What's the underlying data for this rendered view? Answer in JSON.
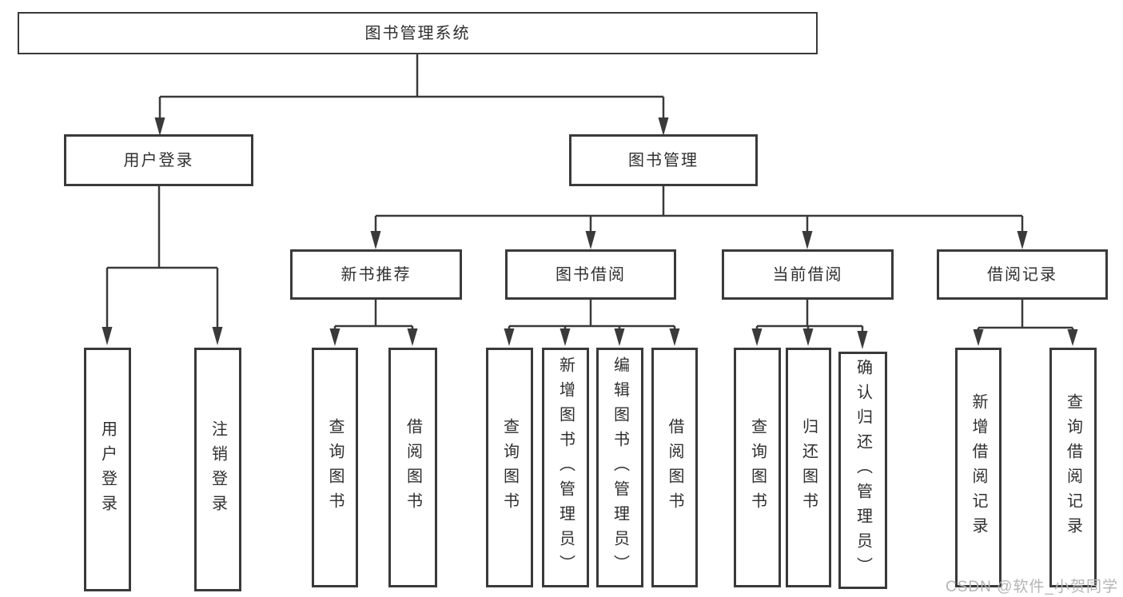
{
  "tree": {
    "root": "图书管理系统",
    "branches": [
      {
        "label": "用户登录",
        "leaves": [
          "用户登录",
          "注销登录"
        ]
      },
      {
        "label": "图书管理",
        "groups": [
          {
            "label": "新书推荐",
            "leaves": [
              "查询图书",
              "借阅图书"
            ]
          },
          {
            "label": "图书借阅",
            "leaves": [
              "查询图书",
              "新增图书（管理员）",
              "编辑图书（管理员）",
              "借阅图书"
            ]
          },
          {
            "label": "当前借阅",
            "leaves": [
              "查询图书",
              "归还图书",
              "确认归还（管理员）"
            ]
          },
          {
            "label": "借阅记录",
            "leaves": [
              "新增借阅记录",
              "查询借阅记录"
            ]
          }
        ]
      }
    ]
  },
  "colors": {
    "line": "#3a3a3a",
    "text": "#2f2f2f",
    "watermark_gray": "#b4b4b4",
    "background": "#ffffff"
  },
  "watermark": "CSDN @软件_小贺同学"
}
